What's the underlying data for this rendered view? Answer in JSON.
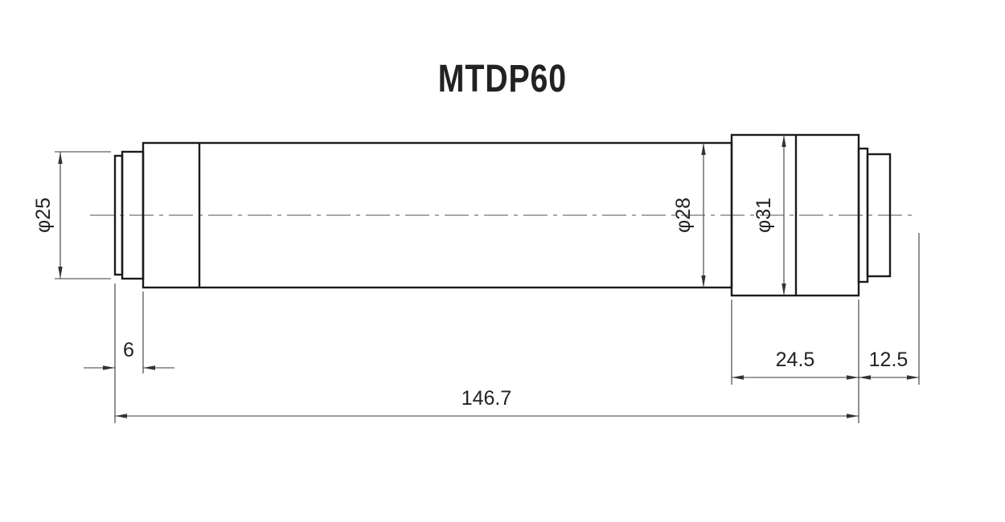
{
  "title": "MTDP60",
  "dimensions": {
    "dia_front": "φ25",
    "dia_body": "φ28",
    "dia_collar": "φ31",
    "front_length": "6",
    "collar_length": "24.5",
    "rear_length": "12.5",
    "overall_length": "146.7"
  },
  "colors": {
    "outline": "#1b1b1b",
    "dimension_lines": "#3a3a3a",
    "background": "#ffffff"
  }
}
